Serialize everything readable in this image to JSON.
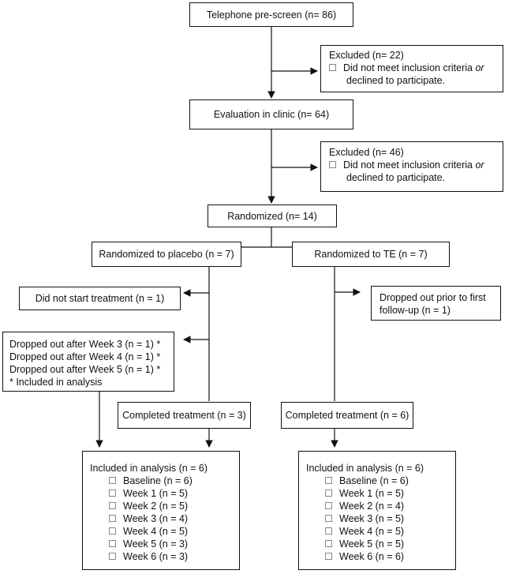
{
  "prescreen": {
    "label": "Telephone pre-screen (n= 86)"
  },
  "excluded1": {
    "title": "Excluded (n= 22)",
    "line1_prefix": "Did not meet inclusion criteria ",
    "line1_emph": "or",
    "line2": "declined to participate."
  },
  "evaluation": {
    "label": "Evaluation in clinic (n= 64)"
  },
  "excluded2": {
    "title": "Excluded (n= 46)",
    "line1_prefix": "Did not meet inclusion criteria ",
    "line1_emph": "or",
    "line2": "declined to participate."
  },
  "randomized": {
    "label": "Randomized (n= 14)"
  },
  "placebo": {
    "label": "Randomized to placebo (n = 7)"
  },
  "te": {
    "label": "Randomized to TE (n = 7)"
  },
  "placebo_not_started": {
    "label": "Did not start treatment (n = 1)"
  },
  "te_dropped": {
    "line1": "Dropped out prior to first",
    "line2": "follow-up (n = 1)"
  },
  "placebo_dropouts": {
    "lines": [
      "Dropped out after Week 3 (n = 1) *",
      "Dropped out after Week 4 (n = 1) *",
      "Dropped out after Week 5 (n = 1) *",
      "* Included in analysis"
    ]
  },
  "placebo_completed": {
    "label": "Completed treatment (n = 3)"
  },
  "te_completed": {
    "label": "Completed treatment (n = 6)"
  },
  "placebo_analysis": {
    "title": "Included in analysis (n = 6)",
    "items": [
      "Baseline (n = 6)",
      "Week 1 (n = 5)",
      "Week 2 (n = 5)",
      "Week 3 (n = 4)",
      "Week 4 (n = 5)",
      "Week 5 (n = 3)",
      "Week 6 (n = 3)"
    ]
  },
  "te_analysis": {
    "title": "Included in analysis (n = 6)",
    "items": [
      "Baseline (n = 6)",
      "Week 1 (n = 5)",
      "Week 2 (n = 4)",
      "Week 3 (n = 5)",
      "Week 4 (n = 5)",
      "Week 5 (n = 5)",
      "Week 6 (n = 6)"
    ]
  },
  "colors": {
    "stroke": "#111111",
    "bullet": "#888888"
  }
}
